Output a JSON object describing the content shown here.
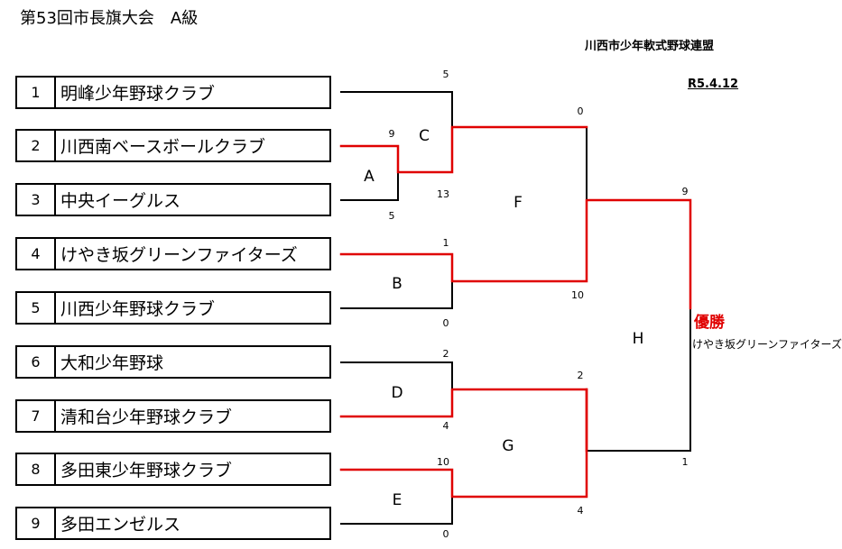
{
  "header": {
    "title": "第53回市長旗大会　A級",
    "organizer": "川西市少年軟式野球連盟",
    "date": "R5.4.12"
  },
  "teams": [
    {
      "seed": "1",
      "name": "明峰少年野球クラブ"
    },
    {
      "seed": "2",
      "name": "川西南ベースボールクラブ"
    },
    {
      "seed": "3",
      "name": "中央イーグルス"
    },
    {
      "seed": "4",
      "name": "けやき坂グリーンファイターズ"
    },
    {
      "seed": "5",
      "name": "川西少年野球クラブ"
    },
    {
      "seed": "6",
      "name": "大和少年野球"
    },
    {
      "seed": "7",
      "name": "清和台少年野球クラブ"
    },
    {
      "seed": "8",
      "name": "多田東少年野球クラブ"
    },
    {
      "seed": "9",
      "name": "多田エンゼルス"
    }
  ],
  "matches": [
    {
      "id": "A",
      "scores": [
        "9",
        "5"
      ]
    },
    {
      "id": "B",
      "scores": [
        "1",
        "0"
      ]
    },
    {
      "id": "C",
      "scores": [
        "5",
        "13"
      ]
    },
    {
      "id": "D",
      "scores": [
        "2",
        "4"
      ]
    },
    {
      "id": "E",
      "scores": [
        "10",
        "0"
      ]
    },
    {
      "id": "F",
      "scores": [
        "0",
        "10"
      ]
    },
    {
      "id": "G",
      "scores": [
        "2",
        "4"
      ]
    },
    {
      "id": "H",
      "scores": [
        "9",
        "1"
      ]
    }
  ],
  "champion": {
    "label": "優勝",
    "team": "けやき坂グリーンファイターズ"
  },
  "colors": {
    "winner_line": "#e00000",
    "line": "#000000",
    "champion_text": "#e00000"
  }
}
